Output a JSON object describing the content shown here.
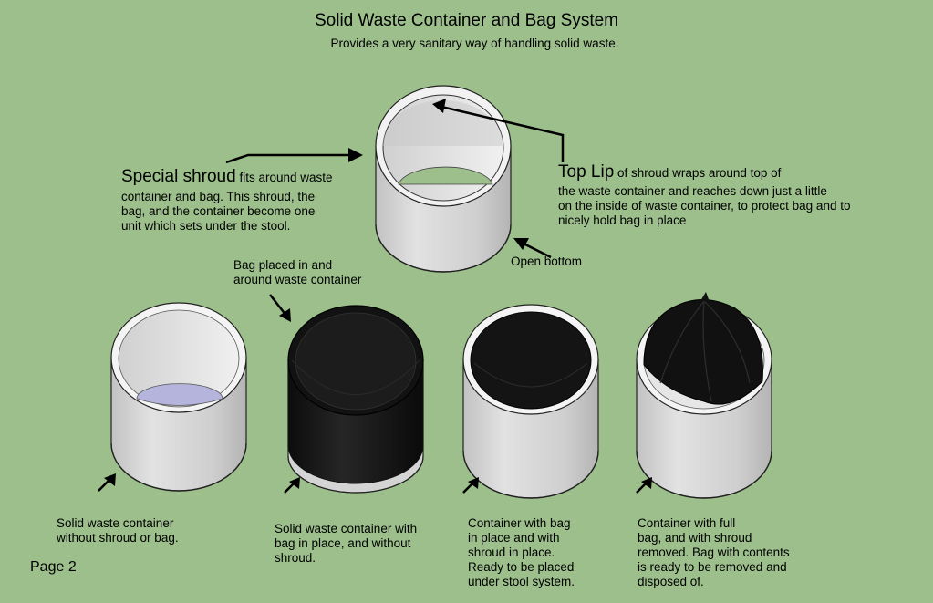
{
  "title": "Solid Waste Container and Bag System",
  "subtitle": "Provides a very sanitary way of handling solid waste.",
  "shroud_note": {
    "lead": "Special shroud",
    "rest": " fits around waste",
    "lines": "container and bag. This shroud, the\nbag, and the container become one\nunit which sets under the stool."
  },
  "top_lip_note": {
    "lead": "Top Lip",
    "rest": " of shroud wraps around top of",
    "lines": "the waste container and reaches down just a little\non the inside of waste container, to protect bag and to\nnicely hold bag in place"
  },
  "open_bottom": "Open bottom",
  "bag_placed": "Bag placed in and\naround waste container",
  "captions": [
    "Solid waste container\nwithout shroud or bag.",
    "Solid waste container with\nbag in place, and without\nshroud.",
    "Container with bag\nin place and with\nshroud in place.\nReady to be placed\nunder stool system.",
    "Container with full\nbag, and with shroud\nremoved.  Bag with contents\nis ready to be removed and\ndisposed of."
  ],
  "page_label": "Page 2",
  "colors": {
    "background": "#9cbf8c",
    "container_body": "#d4d4d4",
    "bag": "#161616",
    "water": "#b4b4dc"
  }
}
